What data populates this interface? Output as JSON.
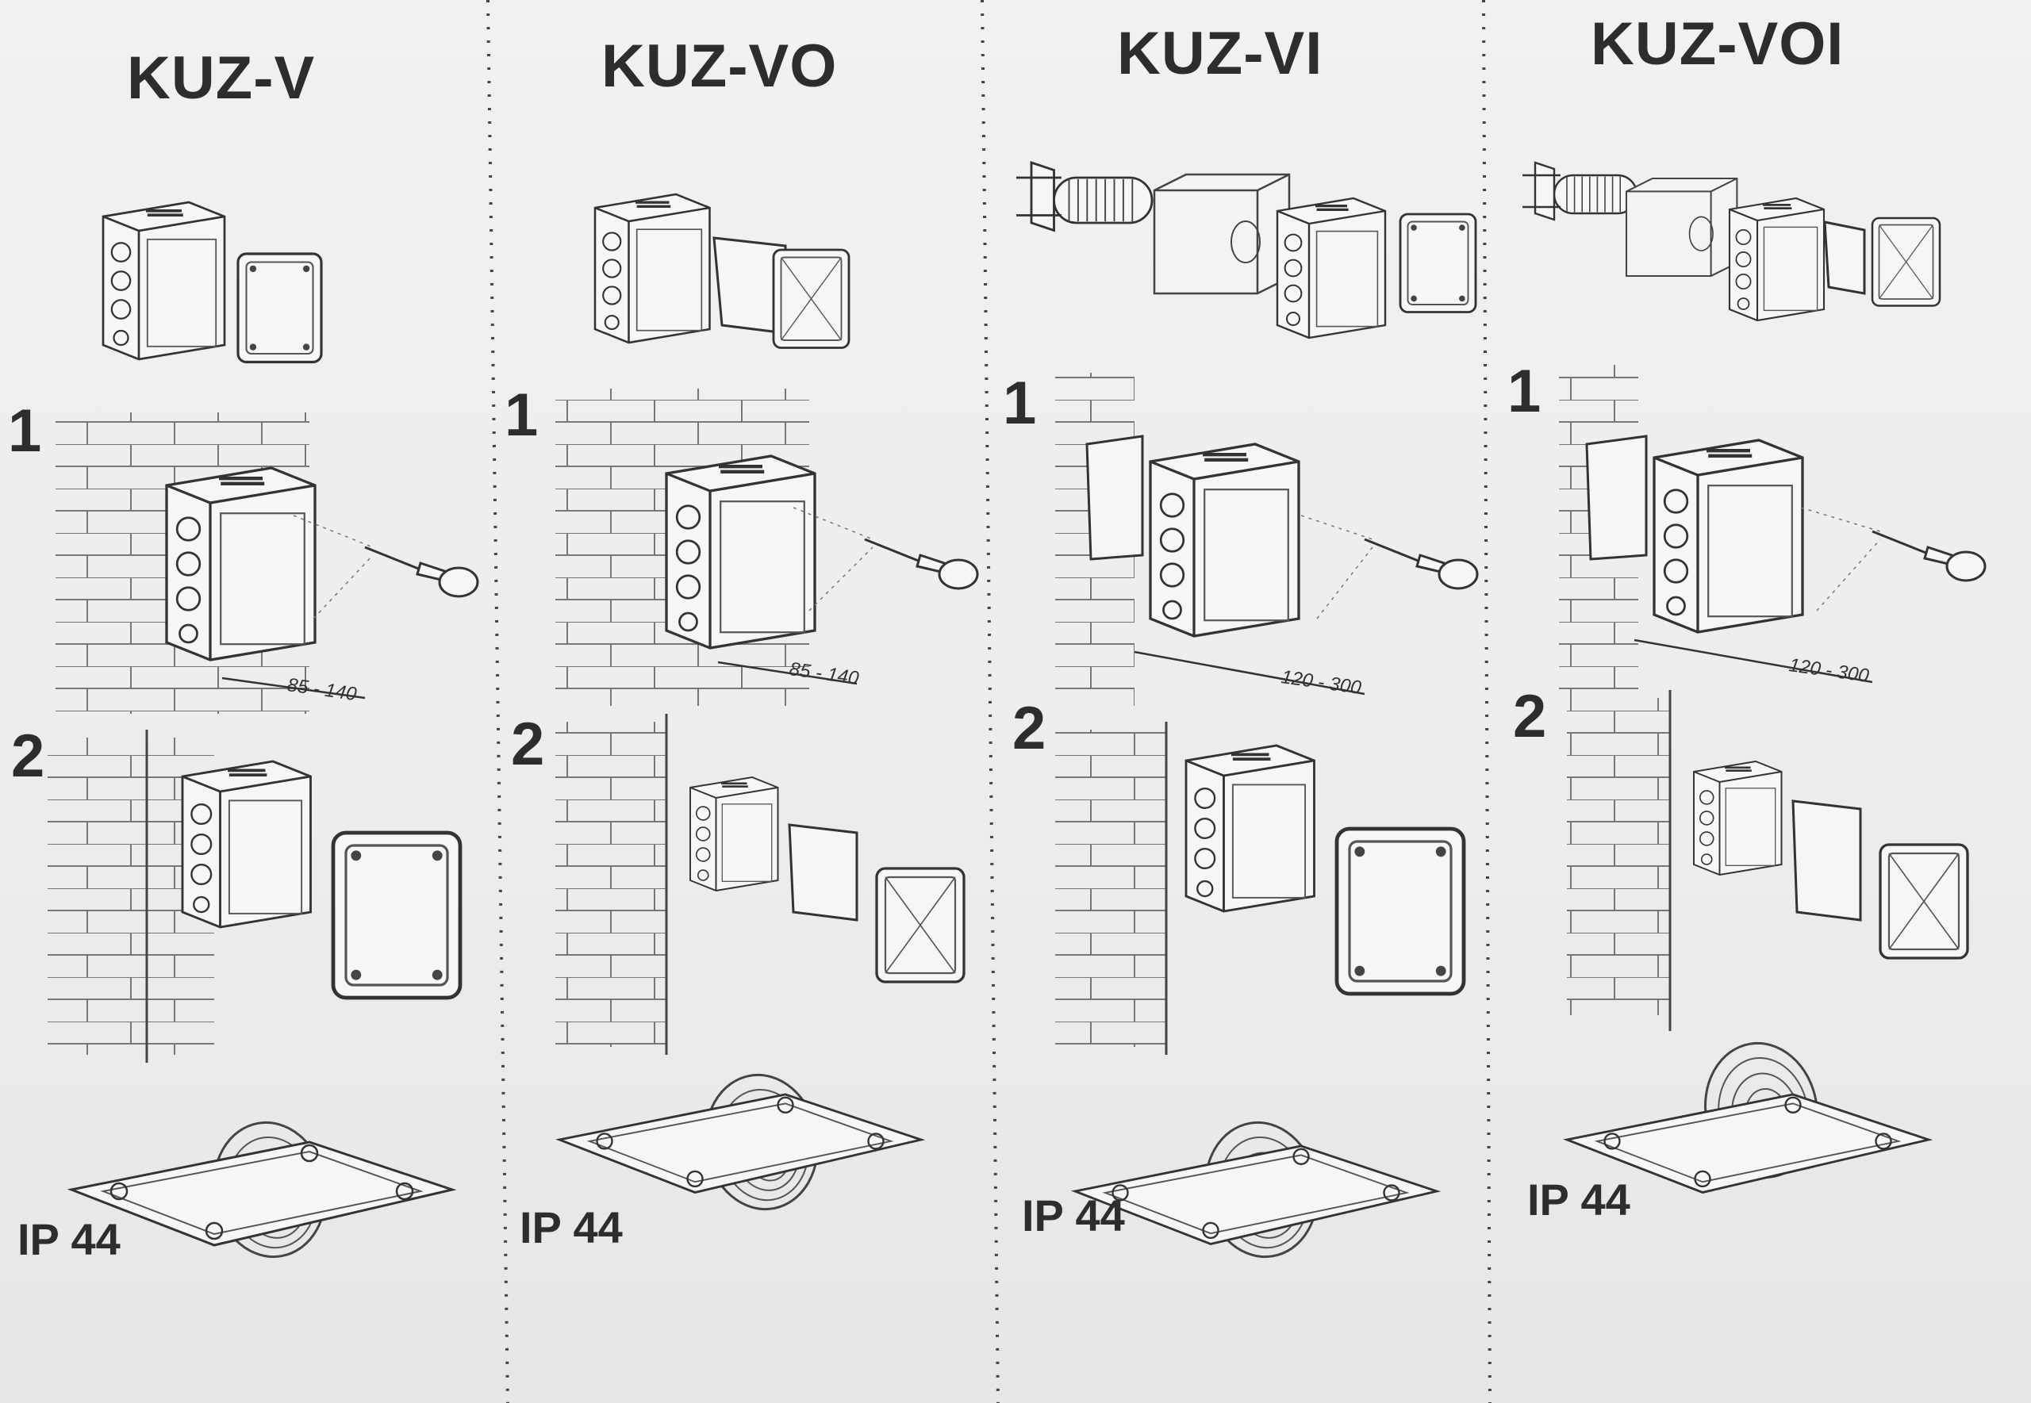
{
  "columns": [
    {
      "title": "KUZ-V",
      "step1": "1",
      "step2": "2",
      "dimension": "85 - 140",
      "ip_rating": "IP 44"
    },
    {
      "title": "KUZ-VO",
      "step1": "1",
      "step2": "2",
      "dimension": "85 - 140",
      "ip_rating": "IP 44"
    },
    {
      "title": "KUZ-VI",
      "step1": "1",
      "step2": "2",
      "dimension": "120 - 300",
      "ip_rating": "IP 44"
    },
    {
      "title": "KUZ-VOI",
      "step1": "1",
      "step2": "2",
      "dimension": "120 - 300",
      "ip_rating": "IP 44"
    }
  ],
  "colors": {
    "paper": "#ececeb",
    "ink": "#2d2d2d",
    "line": "#3a3a3a"
  }
}
